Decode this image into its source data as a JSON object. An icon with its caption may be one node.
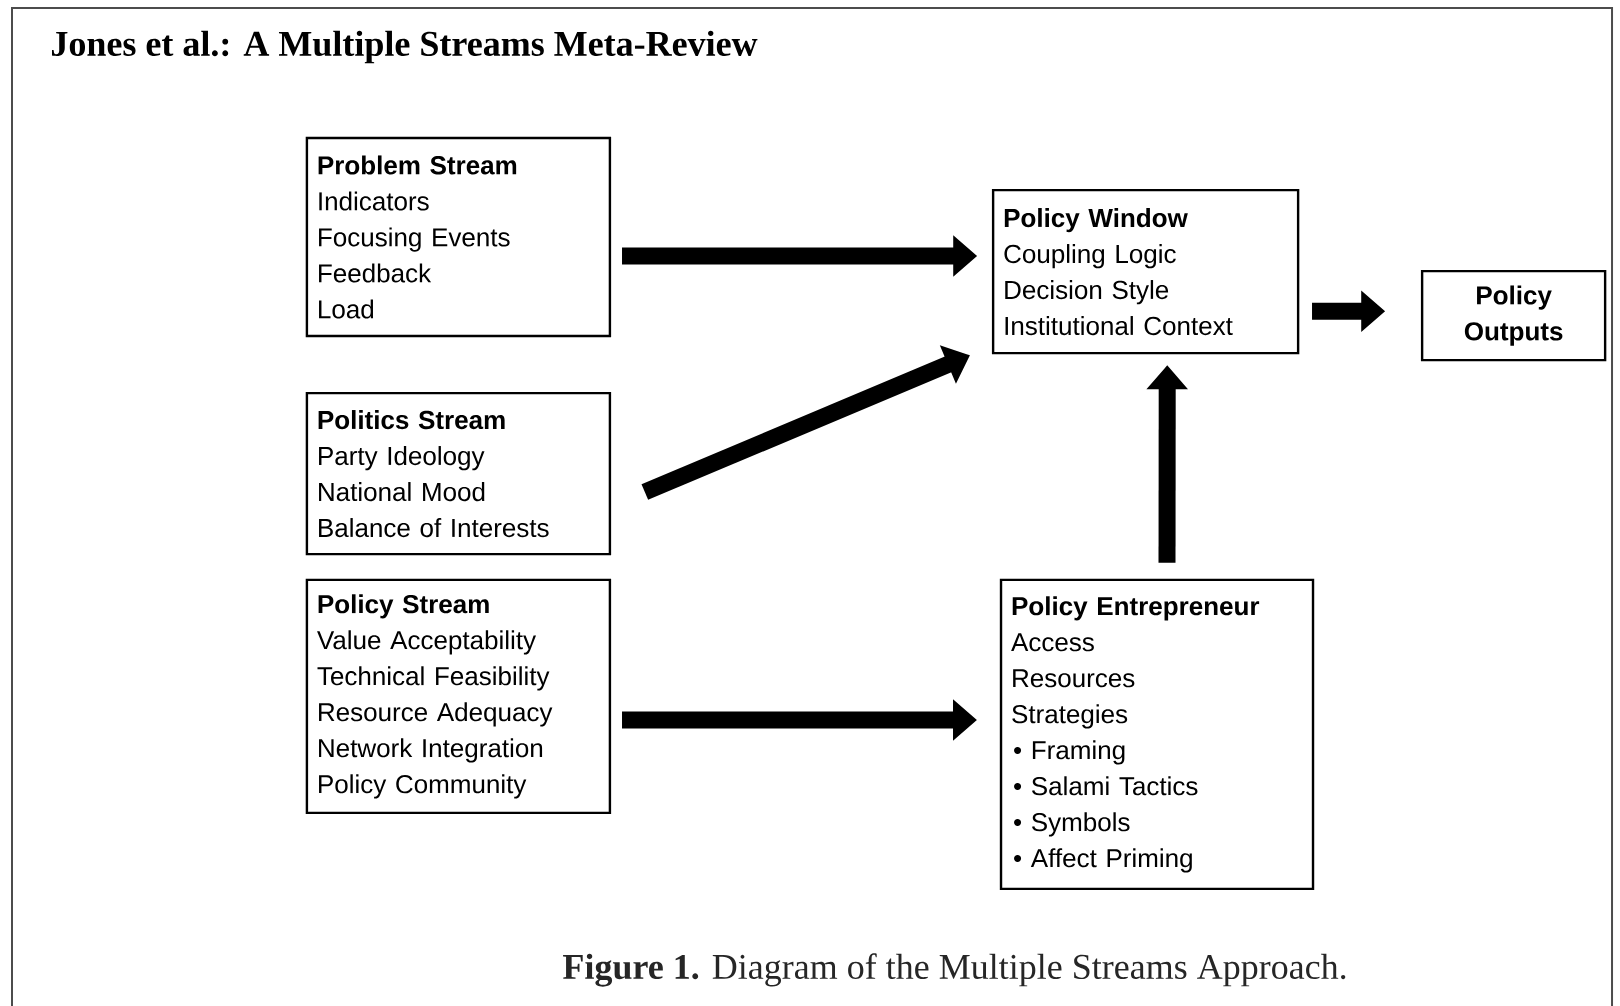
{
  "diagram": {
    "title": "Jones et al.: A Multiple Streams Meta-Review",
    "caption": "**Figure 1.** Diagram of the Multiple Streams Approach.",
    "nodes": [
      {
        "text": [
          "Problem Stream",
          "Indicators",
          "Focusing Events",
          "Feedback",
          "Load"
        ]
      },
      {
        "text": [
          "Politics Stream",
          "Party Ideology",
          "National Mood",
          "Balance of Interests"
        ]
      },
      {
        "text": [
          "Policy Stream",
          "Value Acceptability",
          "Technical Feasibility",
          "Resource Adequacy",
          "Network Integration",
          "Policy Community"
        ]
      },
      {
        "text": [
          "Policy Window",
          "Coupling Logic",
          "Decision Style",
          "Institutional Context"
        ]
      },
      {
        "text": [
          "Policy Outputs"
        ]
      },
      {
        "text": [
          "Policy Entrepreneur",
          "Access",
          "Resources",
          "Strategies",
          "• Framing",
          "• Salami Tactics",
          "• Symbols",
          "• Affect Priming"
        ]
      }
    ],
    "edges": [
      {
        "from": 0,
        "to": 3,
        "arrow": "to"
      },
      {
        "from": 1,
        "to": 3,
        "arrow": "to"
      },
      {
        "from": 2,
        "to": 5,
        "arrow": "to"
      },
      {
        "from": 5,
        "to": 3,
        "arrow": "to"
      },
      {
        "from": 3,
        "to": 4,
        "arrow": "to"
      }
    ]
  }
}
